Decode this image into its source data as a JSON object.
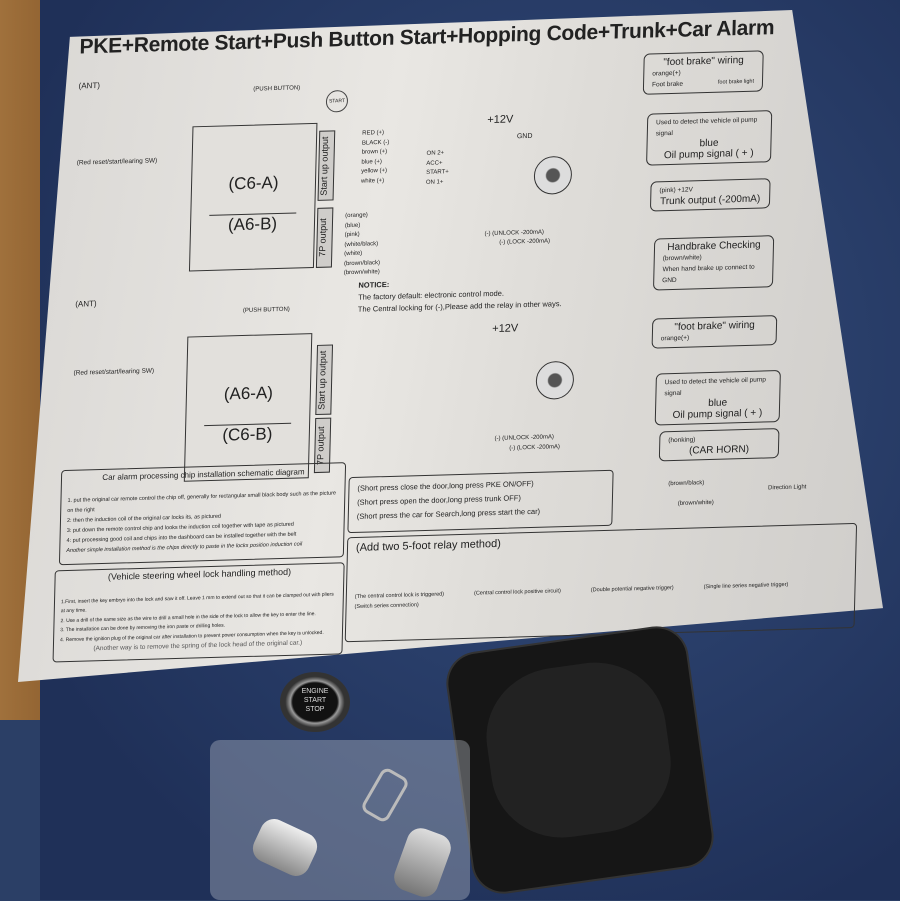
{
  "title": "PKE+Remote Start+Push Button Start+Hopping Code+Trunk+Car Alarm",
  "antenna": "(ANT)",
  "push_button": "(PUSH BUTTON)",
  "start": "START",
  "module1": {
    "top": "(C6-A)",
    "bottom": "(A6-B)"
  },
  "module2": {
    "top": "(A6-A)",
    "bottom": "(C6-B)"
  },
  "reset_sw": "(Red reset/start/learing SW)",
  "start_output": "Start up output",
  "p7_output": "7P output",
  "power_wires": [
    "RED (+)",
    "BLACK (-)",
    "brown (+)",
    "blue (+)",
    "yellow (+)",
    "white (+)"
  ],
  "ignition": [
    "ON 2+",
    "ACC+",
    "START+",
    "ON 1+"
  ],
  "v12": "+12V",
  "gnd": "GND",
  "p7_wires": [
    "(orange)",
    "(blue)",
    "(pink)",
    "(white/black)",
    "(white)",
    "(brown/black)",
    "(brown/white)"
  ],
  "unlock": "(-) (UNLOCK -200mA)",
  "lock": "(-) (LOCK -200mA)",
  "notice": {
    "head": "NOTICE:",
    "line1": "The factory default: electronic control mode.",
    "line2": "The Central locking for (-),Please add the relay in other ways."
  },
  "right": {
    "foot_brake": "\"foot brake\" wiring",
    "orange": "orange(+)",
    "foot_brake_label": "Foot brake",
    "brake_light": "foot brake light",
    "oil_detect": "Used to detect the vehicle oil pump signal",
    "blue": "blue",
    "oil_pump": "Oil pump signal ( + )",
    "pink": "(pink) +12V",
    "trunk": "Trunk output (-200mA)",
    "handbrake": "Handbrake Checking",
    "handbrake_wire": "(brown/white)",
    "handbrake_note": "When hand brake up connect to GND",
    "honking": "(honking)",
    "car_horn": "(CAR HORN)",
    "brown_black": "(brown/black)",
    "brown_white": "(brown/white)",
    "dir_light": "Direction Light"
  },
  "buttons_legend": [
    "(Short press close the door,long press PKE ON/OFF)",
    "(Short press open the door,long press trunk OFF)",
    "(Short press the car for Search,long press start the car)"
  ],
  "relay_title": "(Add two 5-foot relay method)",
  "relay_captions": [
    "(The central control lock is triggered)",
    "(Central control lock positive circuit)",
    "(Double potential negative trigger)",
    "(Single line series negative trigger)",
    "(Switch series connection)"
  ],
  "chip": {
    "title": "Car alarm processing chip installation schematic diagram",
    "steps": [
      "1. put the original car remote control the chip off, generally for rectangular small black body such as the picture on the right",
      "2: then the induction coil of the original car locks its, as pictured",
      "3: put down the remote control chip and looks the induction coil together with tape as pictured",
      "4: put processing good coil and chips into the dashboard can be installed together with the belt"
    ],
    "note": "Another simple installation method is the chips directly to paste in the locks position induction coil"
  },
  "steering": {
    "title": "(Vehicle steering wheel lock handling method)",
    "steps": [
      "1.First, insert the key embryo into the lock and saw it off. Leave 1 mm to extend out so that it can be clamped out with pliers at any time.",
      "2. Use a drill of the same size as the wire to drill a small hole in the side of the lock to allow the key to enter the line.",
      "3. The installation can be done by removing the iron paste or drilling holes.",
      "4. Remove the ignition plug of the original car after installation to prevent power consumption when the key is unlocked."
    ],
    "note": "(Another way is to remove the spring of the lock head of the original car.)"
  },
  "button_text": [
    "ENGINE",
    "START",
    "STOP"
  ]
}
